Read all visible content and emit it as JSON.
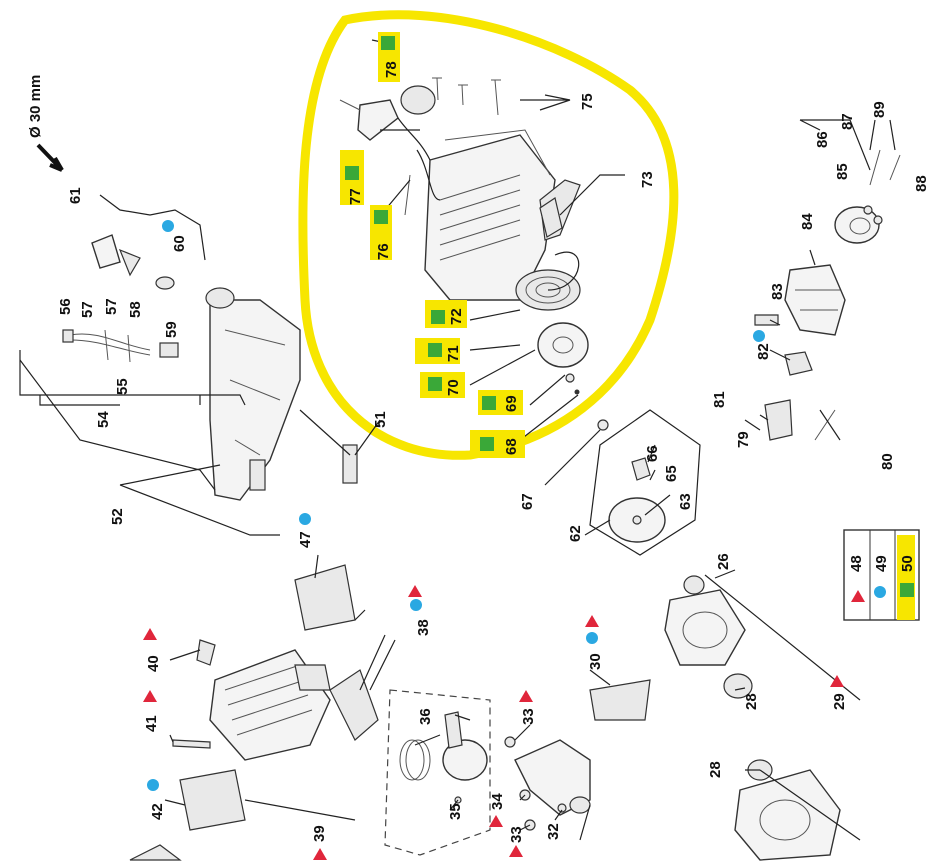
{
  "diagram": {
    "diameter_note": "Ø 30 mm",
    "colors": {
      "marker_red": "#e0263b",
      "marker_blue": "#2aa8e2",
      "marker_green": "#3aa838",
      "highlight_yellow": "#f7e600"
    },
    "labels": {
      "p26": "26",
      "p28a": "28",
      "p28b": "28",
      "p29": "29",
      "p30": "30",
      "p32": "32",
      "p33a": "33",
      "p33b": "33",
      "p34": "34",
      "p35": "35",
      "p36": "36",
      "p38": "38",
      "p39": "39",
      "p40": "40",
      "p41": "41",
      "p42": "42",
      "p47": "47",
      "p48": "48",
      "p49": "49",
      "p50": "50",
      "p51": "51",
      "p52": "52",
      "p54": "54",
      "p55": "55",
      "p56": "56",
      "p57a": "57",
      "p57b": "57",
      "p58": "58",
      "p59": "59",
      "p60": "60",
      "p61": "61",
      "p62": "62",
      "p63": "63",
      "p65": "65",
      "p66": "66",
      "p67": "67",
      "p68": "68",
      "p69": "69",
      "p70": "70",
      "p71": "71",
      "p72": "72",
      "p73": "73",
      "p75": "75",
      "p76": "76",
      "p77": "77",
      "p78": "78",
      "p79": "79",
      "p80": "80",
      "p81": "81",
      "p82": "82",
      "p83": "83",
      "p84": "84",
      "p85": "85",
      "p86": "86",
      "p87": "87",
      "p88": "88",
      "p89": "89"
    }
  }
}
